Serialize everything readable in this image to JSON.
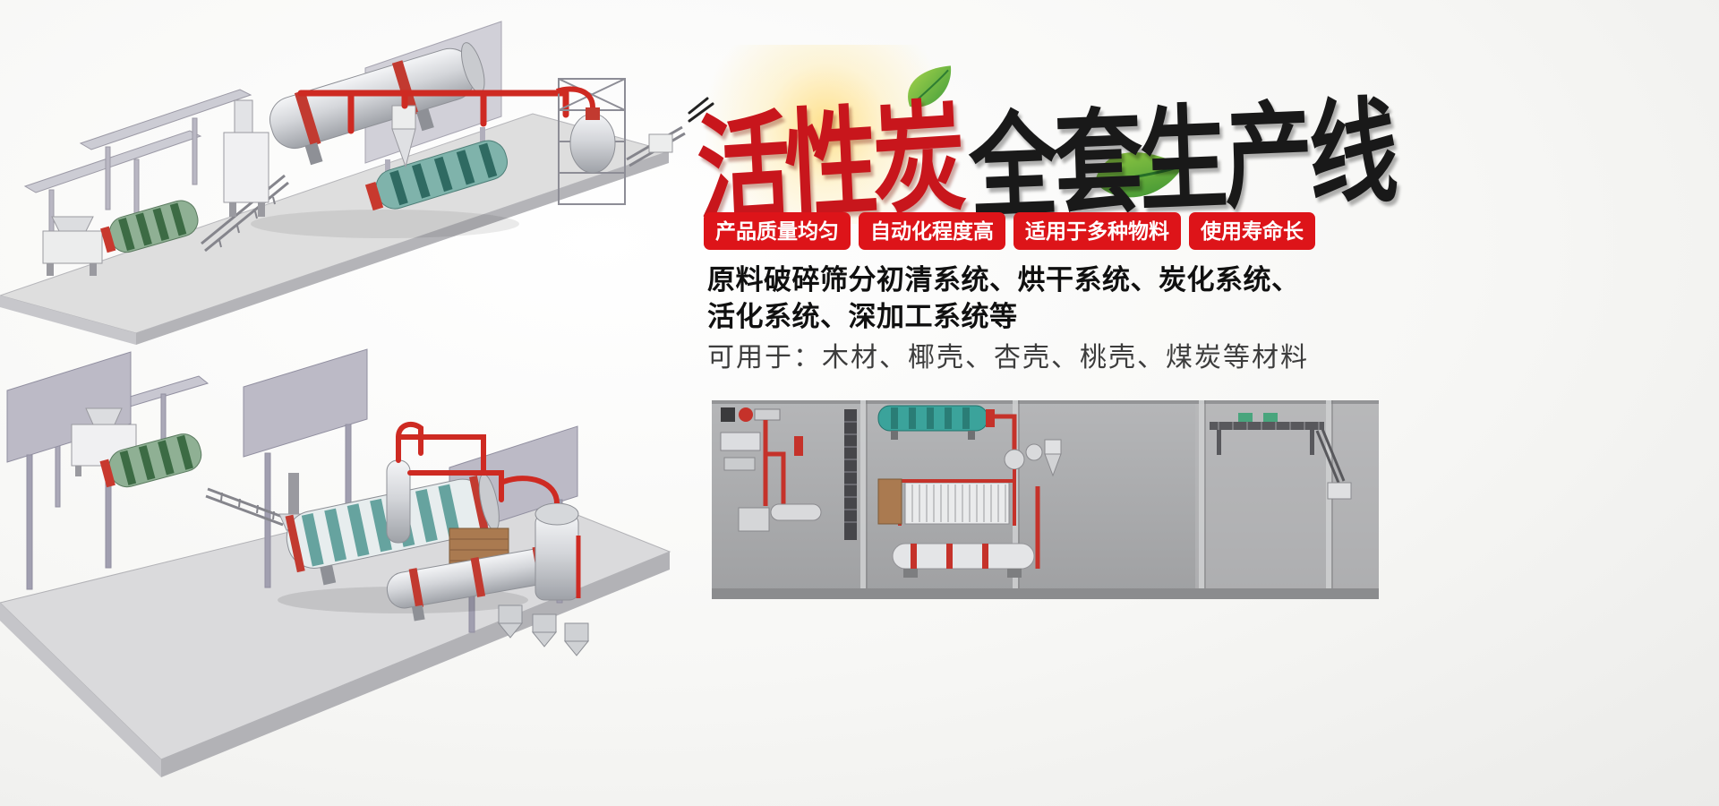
{
  "title": {
    "red_part": "活性炭",
    "black_part": "全套生产线"
  },
  "badges": [
    {
      "label": "产品质量均匀"
    },
    {
      "label": "自动化程度高"
    },
    {
      "label": "适用于多种物料"
    },
    {
      "label": "使用寿命长"
    }
  ],
  "description": {
    "line1": "原料破碎筛分初清系统、烘干系统、炭化系统、",
    "line2": "活化系统、深加工系统等",
    "line3": "可用于：木材、椰壳、杏壳、桃壳、煤炭等材料"
  },
  "icons": {
    "leaf": "green-leaf-icon",
    "brush_stroke": "brush-stroke-icon"
  },
  "colors": {
    "title_red": "#c8161c",
    "title_black": "#191919",
    "badge_red": "#dd1419",
    "panel_gray": "#a9abad",
    "pipe_red": "#ce2a22",
    "drum_teal": "#6aa7a4",
    "drum_green": "#3c6b44"
  }
}
